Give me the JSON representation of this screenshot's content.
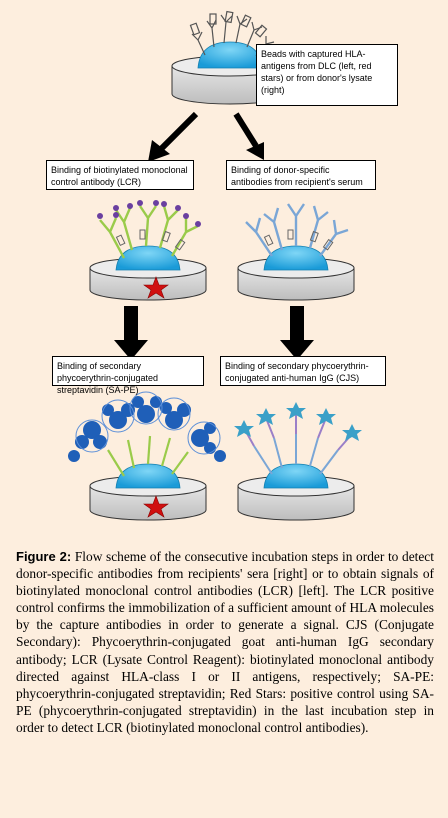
{
  "labels": {
    "beads": "Beads with captured HLA-antigens from DLC (left, red stars) or from donor's lysate (right)",
    "lcr_binding": "Binding of biotinylated monoclonal control antibody (LCR)",
    "serum_binding": "Binding of donor-specific antibodies from recipient's serum",
    "sape_binding": "Binding of secondary phycoerythrin-conjugated streptavidin (SA-PE)",
    "cjs_binding": "Binding of secondary phycoerythrin-conjugated anti-human IgG (CJS)"
  },
  "caption": {
    "label": "Figure 2:",
    "text": "Flow scheme of the consecutive incubation steps in order to detect donor-specific antibodies from recipients' sera [right] or to obtain signals of biotinylated monoclonal control antibodies (LCR) [left]. The LCR positive control confirms the immobilization of a sufficient amount of HLA molecules by the capture antibodies in order to generate a signal. CJS (Conjugate Secondary): Phycoerythrin-conjugated goat anti-human IgG secondary antibody; LCR (Lysate Control Reagent): biotinylated monoclonal antibody directed against HLA-class I or II antigens, respectively; SA-PE: phycoerythrin-conjugated streptavidin; Red Stars: positive control using SA-PE (phycoerythrin-conjugated streptavidin) in the last incubation step in order to detect LCR (biotinylated monoclonal control antibodies)."
  },
  "colors": {
    "background": "#fdeede",
    "bead": "#29aee3",
    "well": "#d9d9d9",
    "star": "#d01010",
    "arrow": "#000000",
    "biotin_antibody": "#9acb4a",
    "secondary_antibody": "#7aa6d6",
    "pe_cluster": "#1f5fb8"
  }
}
